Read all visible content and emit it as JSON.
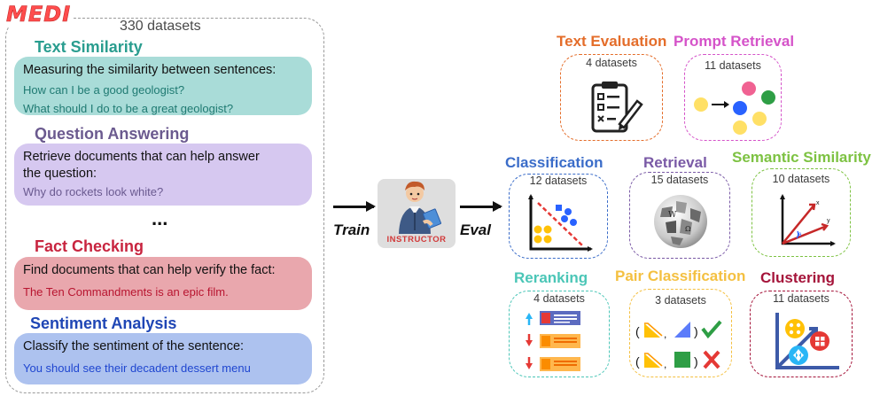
{
  "medi": {
    "logo": "MEDI",
    "count": "330 datasets",
    "ellipsis": "...",
    "tasks": [
      {
        "title": "Text Similarity",
        "instruction": "Measuring the similarity between sentences:",
        "examples": [
          "How can I be a good geologist?",
          "What should I do to be a great geologist?"
        ]
      },
      {
        "title": "Question Answering",
        "instruction_lines": [
          "Retrieve documents that can help answer",
          "the question:"
        ],
        "examples": [
          "Why do rockets look white?"
        ]
      },
      {
        "title": "Fact Checking",
        "instruction": "Find documents that can help verify the fact:",
        "examples": [
          "The Ten Commandments is an epic film."
        ]
      },
      {
        "title": "Sentiment Analysis",
        "instruction": "Classify the sentiment of the sentence:",
        "examples": [
          "You should see their decadent dessert menu"
        ]
      }
    ]
  },
  "flow": {
    "train_label": "Train",
    "eval_label": "Eval",
    "model_label": "INSTRUCTOR"
  },
  "eval_tasks": [
    {
      "title": "Text Evaluation",
      "count": "4 datasets",
      "color": "#e46d2a"
    },
    {
      "title": "Prompt Retrieval",
      "count": "11 datasets",
      "color": "#d553c9"
    },
    {
      "title": "Classification",
      "count": "12 datasets",
      "color": "#3b6dc9"
    },
    {
      "title": "Retrieval",
      "count": "15 datasets",
      "color": "#7a5aa6"
    },
    {
      "title": "Semantic Similarity",
      "count": "10 datasets",
      "color": "#7dc242"
    },
    {
      "title": "Reranking",
      "count": "4 datasets",
      "color": "#4bc6b7"
    },
    {
      "title": "Pair Classification",
      "count": "3 datasets",
      "color": "#f4c041"
    },
    {
      "title": "Clustering",
      "count": "11 datasets",
      "color": "#a5143a"
    }
  ]
}
